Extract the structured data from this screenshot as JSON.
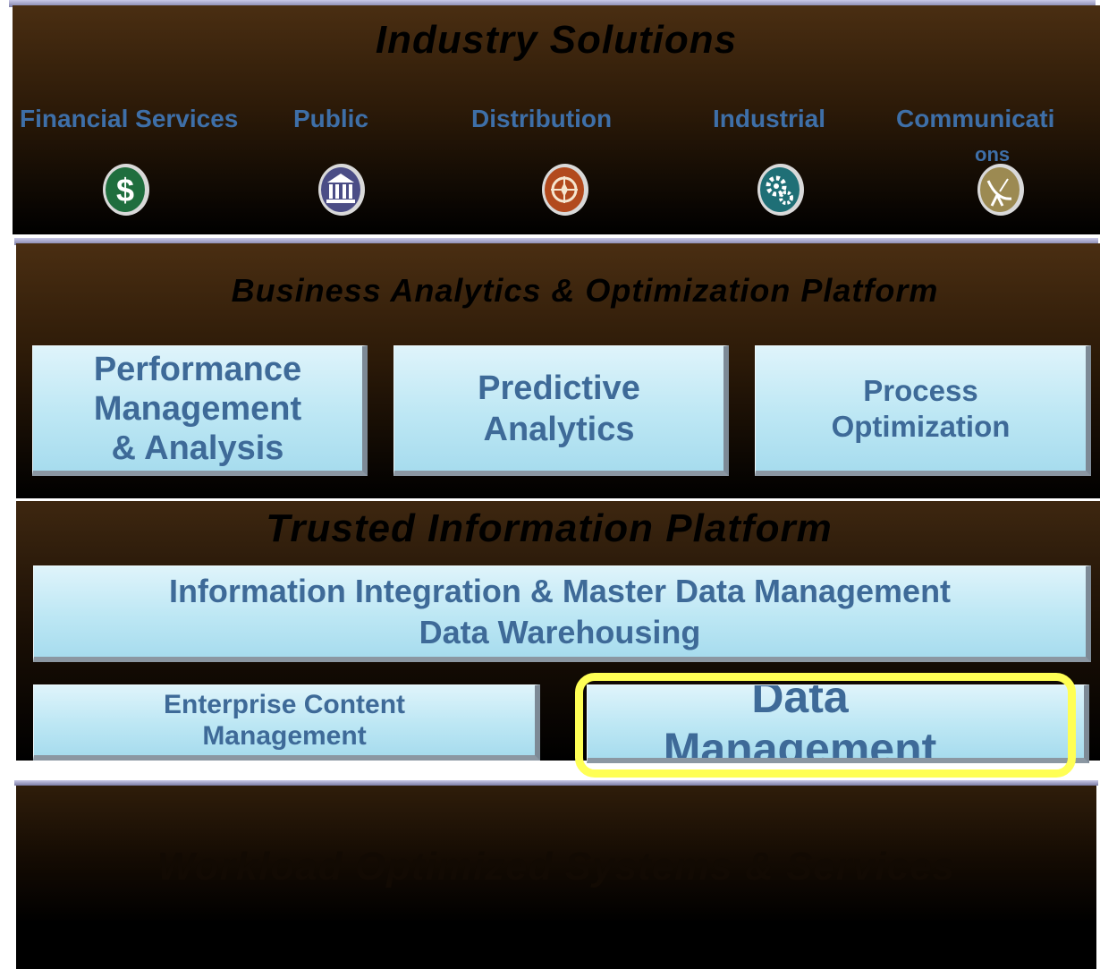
{
  "industry": {
    "title": "Industry Solutions",
    "items": [
      {
        "label": "Financial Services",
        "icon": "dollar-icon",
        "color": "#1f6e3e"
      },
      {
        "label": "Public",
        "icon": "government-building-icon",
        "color": "#4b4d86"
      },
      {
        "label": "Distribution",
        "icon": "compass-icon",
        "color": "#b24a1e"
      },
      {
        "label": "Industrial",
        "icon": "gear-icon",
        "color": "#1f6f76"
      },
      {
        "label": "Communicati ons",
        "label_line1": "Communicati",
        "label_line2": "ons",
        "icon": "satellite-dish-icon",
        "color": "#9c8a52"
      }
    ]
  },
  "analytics": {
    "title": "Business Analytics & Optimization Platform",
    "boxes": [
      {
        "lines": [
          "Performance",
          "Management",
          "& Analysis"
        ]
      },
      {
        "lines": [
          "Predictive",
          "Analytics"
        ]
      },
      {
        "lines": [
          "Process",
          "Optimization"
        ]
      }
    ]
  },
  "trusted": {
    "title": "Trusted Information Platform",
    "integration_lines": [
      "Information Integration & Master Data Management",
      "Data Warehousing"
    ],
    "content_lines": [
      "Enterprise Content",
      "Management"
    ],
    "data_management_lines": [
      "Data",
      "Management"
    ]
  },
  "workload": {
    "title": "Workload Optimized Systems & Services"
  },
  "colors": {
    "label_blue": "#3e6fa8",
    "box_text": "#3e6a98",
    "highlight": "#ffff55",
    "band_top": "#4a2e12"
  }
}
